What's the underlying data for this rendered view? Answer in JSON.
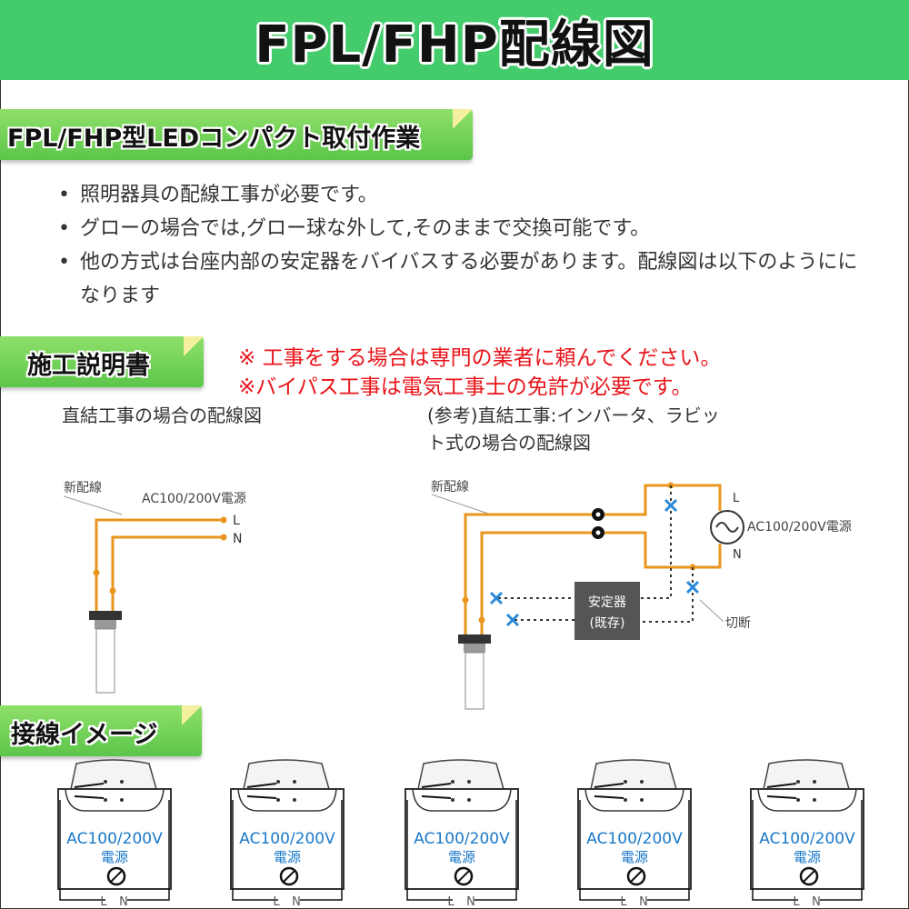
{
  "banner": {
    "title": "FPL/FHP配線図"
  },
  "section1": {
    "tag": "FPL/FHP型LEDコンパクト取付作業",
    "bullets": [
      "照明器具の配線工事が必要です。",
      "グローの場合では,グロー球な外して,そのままで交換可能です。",
      "他の方式は台座内部の安定器をバイバスする必要があります。配線図は以下のようにになります"
    ]
  },
  "section2": {
    "tag": "施工説明書",
    "warnings": [
      "※ 工事をする場合は専門の業者に頼んでください。",
      "※バイパス工事は電気工事士の免許が必要です。"
    ],
    "caption_left": "直結工事の場合の配線図",
    "caption_right_line1": "(参考)直結工事:インバータ、ラビッ",
    "caption_right_line2": "ト式の場合の配線図"
  },
  "diagram_left": {
    "new_wire": "新配線",
    "power": "AC100/200V電源",
    "L": "L",
    "N": "N"
  },
  "diagram_right": {
    "new_wire": "新配線",
    "power": "AC100/200V電源",
    "L": "L",
    "N": "N",
    "ballast_line1": "安定器",
    "ballast_line2": "(既存)",
    "cut": "切断"
  },
  "section3": {
    "tag": "接線イメージ",
    "fixtures": [
      {
        "power_line1": "AC100/200V",
        "power_line2": "電源",
        "L": "L",
        "N": "N"
      },
      {
        "power_line1": "AC100/200V",
        "power_line2": "電源",
        "L": "L",
        "N": "N"
      },
      {
        "power_line1": "AC100/200V",
        "power_line2": "電源",
        "L": "L",
        "N": "N"
      },
      {
        "power_line1": "AC100/200V",
        "power_line2": "電源",
        "L": "L",
        "N": "N"
      },
      {
        "power_line1": "AC100/200V",
        "power_line2": "電源",
        "L": "L",
        "N": "N"
      }
    ]
  },
  "colors": {
    "banner_green": "#44cc6c",
    "tag_green": "#5cc64a",
    "wire_orange": "#e8961e",
    "cut_blue": "#2a8ad8",
    "warning_red": "#e8141a",
    "ballast_gray": "#555555",
    "power_text_blue": "#1a78c8"
  }
}
